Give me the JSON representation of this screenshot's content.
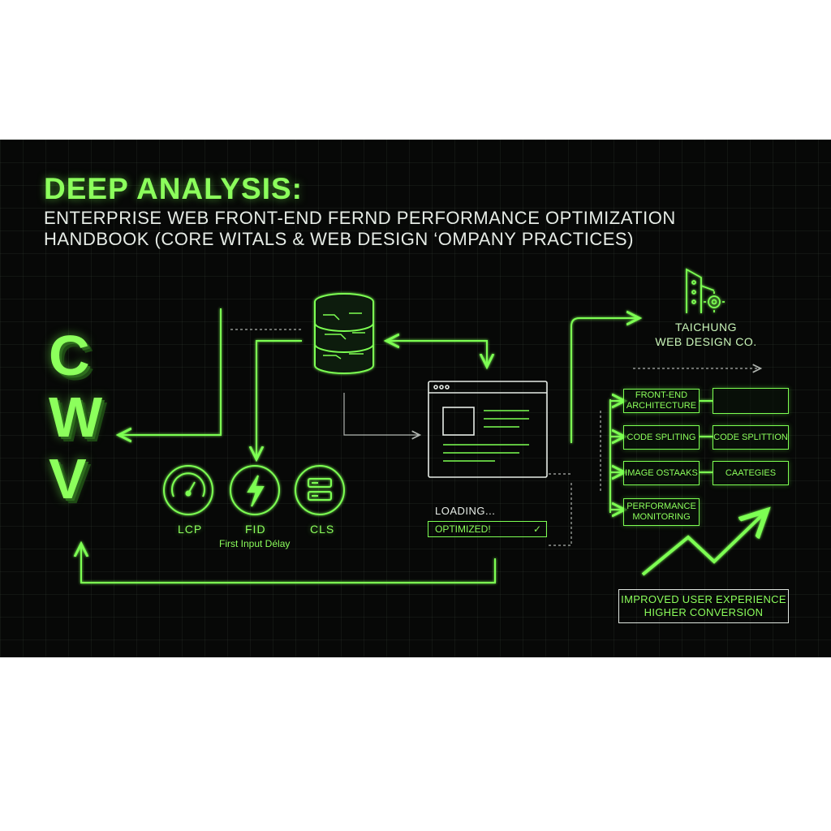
{
  "header": {
    "title": "DEEP ANALYSIS:",
    "subtitle_line1": "ENTERPRISE WEB FRONT-END FERND PERFORMANCE OPTIMIZATION",
    "subtitle_line2": "HANDBOOK (CORE WITALS & WEB DESIGN ‘OMPANY PRACTICES)"
  },
  "cwv_letters": [
    "C",
    "W",
    "V"
  ],
  "metrics": [
    {
      "label": "LCP",
      "icon": "gauge-icon"
    },
    {
      "label": "FID",
      "icon": "lightning-icon"
    },
    {
      "label": "CLS",
      "icon": "layout-blocks-icon"
    }
  ],
  "fid_note": "First Input Délay",
  "company": {
    "line1": "TAICHUNG",
    "line2": "WEB DESIGN CO.",
    "icon": "building-gear-icon"
  },
  "practice_boxes": [
    "FRONT-END ARCHITECTURE",
    "",
    "CODE SPLITING",
    "CODE SPLITTION",
    "IMAGE OSTAAKS",
    "CAATEGIES",
    "PERFORMANCE MONITORING"
  ],
  "browser": {
    "loading_text": "LOADING...",
    "status_text": "OPTIMIZED!",
    "status_icon": "checkmark-icon"
  },
  "result": {
    "line1": "IMPROVED USER EXPERIENCE",
    "line2": "HIGHER CONVERSION"
  },
  "colors": {
    "accent": "#7dff52",
    "background": "#070807",
    "text_light": "#e6ece6"
  }
}
